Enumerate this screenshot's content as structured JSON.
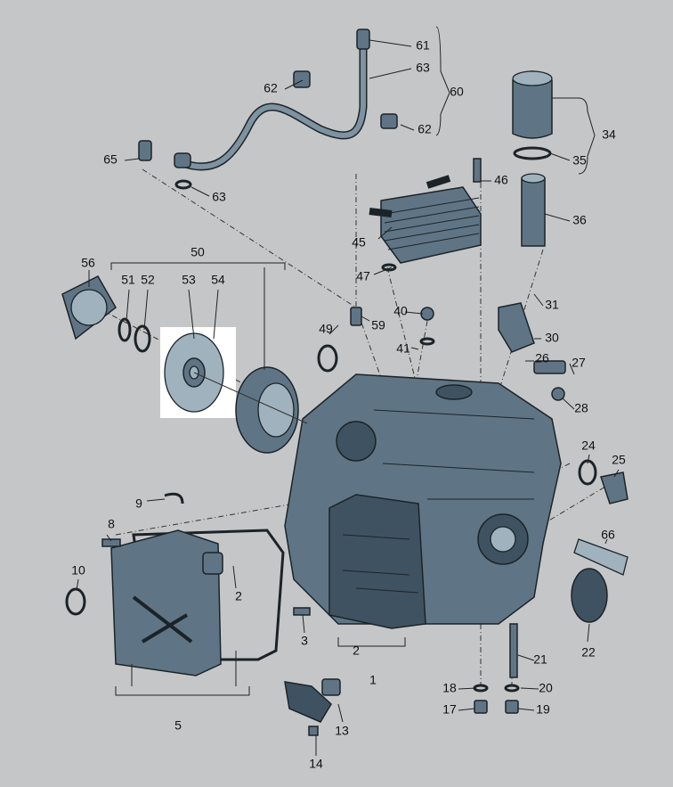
{
  "diagram": {
    "type": "exploded-parts-diagram",
    "highlighted_part": "53",
    "colors": {
      "background": "#c5c6c7",
      "part_fill": "#5f7585",
      "highlight_box": "#ffffff"
    },
    "labels": {
      "l1": "1",
      "l2a": "2",
      "l2b": "2",
      "l3": "3",
      "l5": "5",
      "l8": "8",
      "l9": "9",
      "l10": "10",
      "l13": "13",
      "l14": "14",
      "l17": "17",
      "l18": "18",
      "l19": "19",
      "l20": "20",
      "l21": "21",
      "l22": "22",
      "l24": "24",
      "l25": "25",
      "l26": "26",
      "l27": "27",
      "l28": "28",
      "l30": "30",
      "l31": "31",
      "l34": "34",
      "l35": "35",
      "l36": "36",
      "l40": "40",
      "l41": "41",
      "l45": "45",
      "l46": "46",
      "l47": "47",
      "l49": "49",
      "l50": "50",
      "l51": "51",
      "l52": "52",
      "l53": "53",
      "l54": "54",
      "l56": "56",
      "l59": "59",
      "l60": "60",
      "l61": "61",
      "l62a": "62",
      "l62b": "62",
      "l63a": "63",
      "l63b": "63",
      "l65": "65",
      "l66": "66"
    }
  }
}
